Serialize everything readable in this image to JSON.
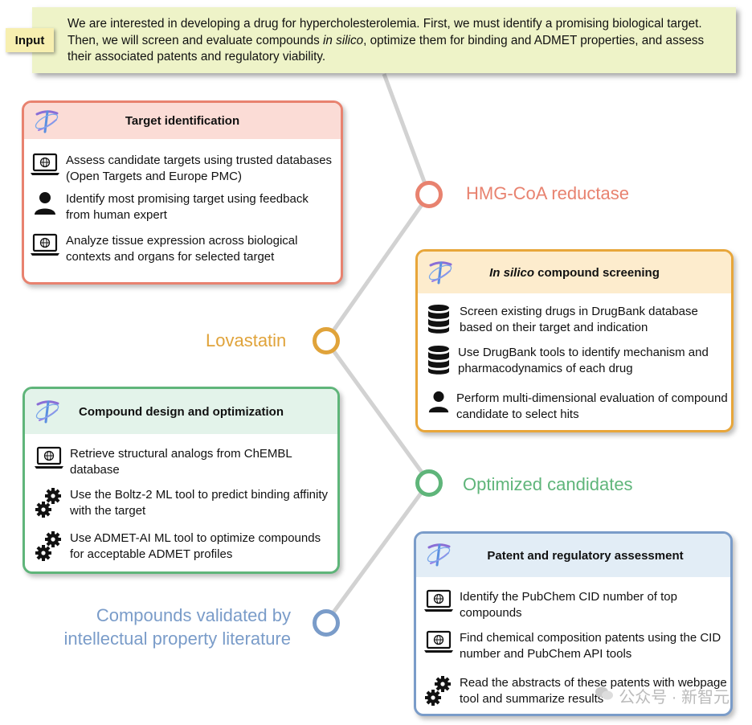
{
  "input": {
    "tag": "Input",
    "text_part1": "We are interested in developing a drug for hypercholesterolemia. First, we must identify a promising biological target. Then, we will screen and evaluate compounds ",
    "text_italic": "in silico",
    "text_part2": ", optimize them for binding and ADMET properties, and assess their associated patents and regulatory viability."
  },
  "stages": {
    "target_identification": {
      "title": "Target identification",
      "color": "#e8826f",
      "header_bg": "#fbdcd6",
      "steps": [
        {
          "icon": "laptop-icon",
          "text": "Assess candidate targets using trusted databases (Open Targets and Europe PMC)"
        },
        {
          "icon": "person-icon",
          "text": "Identify most promising target using feedback from human expert"
        },
        {
          "icon": "laptop-icon",
          "text": "Analyze tissue expression across biological contexts and organs for selected target"
        }
      ]
    },
    "compound_screening": {
      "title_italic": "In silico",
      "title_rest": " compound screening",
      "color": "#e8a63a",
      "header_bg": "#fdeccd",
      "steps": [
        {
          "icon": "database-icon",
          "text": "Screen existing drugs in DrugBank database based on their target and indication"
        },
        {
          "icon": "database-icon",
          "text": "Use DrugBank tools to identify mechanism and pharmacodynamics of each drug"
        },
        {
          "icon": "person-icon",
          "text": "Perform multi-dimensional evaluation of compound candidate to select hits"
        }
      ]
    },
    "compound_design": {
      "title": "Compound design and optimization",
      "color": "#5fb57a",
      "header_bg": "#e3f3ea",
      "steps": [
        {
          "icon": "laptop-icon",
          "text": "Retrieve structural analogs from ChEMBL database"
        },
        {
          "icon": "gears-icon",
          "text": "Use the Boltz-2 ML tool to predict binding affinity with the target"
        },
        {
          "icon": "gears-icon",
          "text": "Use ADMET-AI ML tool to optimize compounds for acceptable ADMET profiles"
        }
      ]
    },
    "patent_assessment": {
      "title": "Patent and regulatory assessment",
      "color": "#7a9cc9",
      "header_bg": "#e2edf6",
      "steps": [
        {
          "icon": "laptop-icon",
          "text": "Identify the PubChem CID number of top compounds"
        },
        {
          "icon": "laptop-icon",
          "text": "Find chemical composition patents using the CID number and PubChem API tools"
        },
        {
          "icon": "gears-icon",
          "text": "Read the abstracts of these patents with webpage tool and summarize results"
        }
      ]
    }
  },
  "milestones": [
    {
      "label": "HMG-CoA reductase",
      "color": "#e8826f"
    },
    {
      "label": "Lovastatin",
      "color": "#e0a33a"
    },
    {
      "label": "Optimized candidates",
      "color": "#5fb57a"
    },
    {
      "label": "Compounds validated by intellectual property literature",
      "line1": "Compounds validated by",
      "line2": "intellectual property literature",
      "color": "#7a9cc9"
    }
  ],
  "watermark": "公众号 · 新智元"
}
